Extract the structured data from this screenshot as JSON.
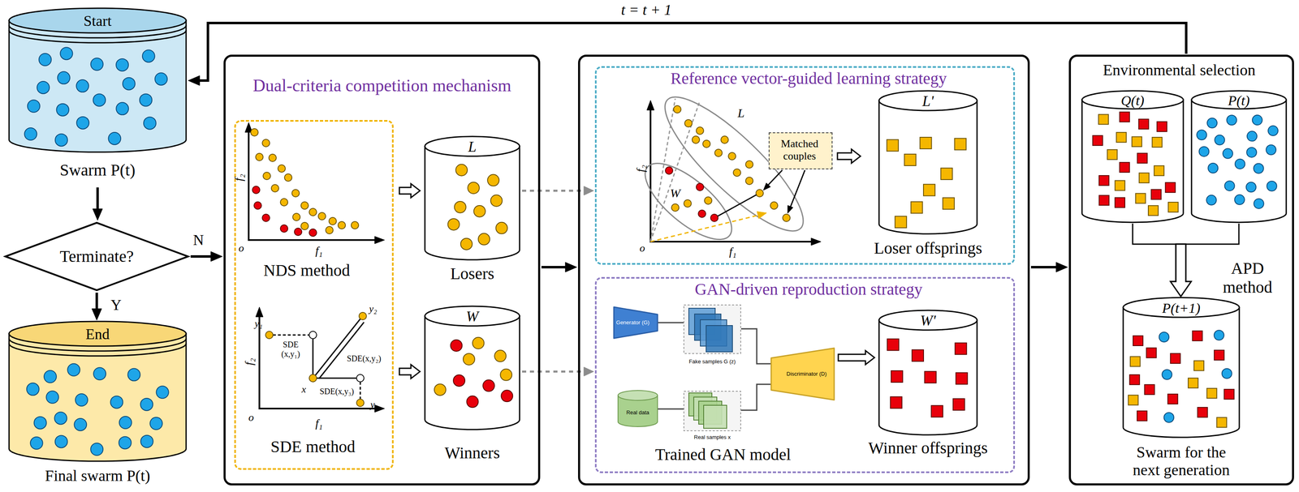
{
  "diagram": {
    "nodes": [
      {
        "text": [
          "Start",
          "Swarm P(t)"
        ]
      },
      {
        "text": [
          "Terminate?"
        ]
      },
      {
        "text": [
          "End",
          "Final swarm P(t)"
        ]
      },
      {
        "text": [
          "Dual-criteria competition mechanism"
        ]
      },
      {
        "text": [
          "NDS method",
          "SDE method"
        ],
        "in": 3
      },
      {
        "text": [
          "L",
          "Losers"
        ],
        "in": 3
      },
      {
        "text": [
          "W",
          "Winners"
        ],
        "in": 3
      },
      {
        "text": []
      },
      {
        "text": [
          "Reference vector-guided learning strategy"
        ],
        "in": 7
      },
      {
        "text": [
          "Matched couples"
        ],
        "in": 8
      },
      {
        "text": [
          "L'",
          "Loser offsprings"
        ],
        "in": 8
      },
      {
        "text": [
          "GAN-driven reproduction strategy",
          "Trained GAN model"
        ],
        "in": 7
      },
      {
        "text": [
          "Generator (G)"
        ],
        "in": 11
      },
      {
        "text": [
          "Fake samples G (z)"
        ],
        "in": 11
      },
      {
        "text": [
          "Discriminator (D)"
        ],
        "in": 11
      },
      {
        "text": [
          "Real data"
        ],
        "in": 11
      },
      {
        "text": [
          "Real samples x"
        ],
        "in": 11
      },
      {
        "text": [
          "W'",
          "Winner offsprings"
        ],
        "in": 11
      },
      {
        "text": [
          "Environmental selection"
        ]
      },
      {
        "text": [
          "Q(t)"
        ],
        "in": 18
      },
      {
        "text": [
          "P(t)"
        ],
        "in": 18
      },
      {
        "text": [
          "P(t+1)",
          "Swarm for the next generation"
        ],
        "in": 18
      }
    ],
    "edges": [
      {
        "from": 0,
        "to": 1,
        "arrow": "to"
      },
      {
        "from": 1,
        "to": 2,
        "label": "Y",
        "arrow": "to"
      },
      {
        "from": 1,
        "to": 3,
        "label": "N",
        "arrow": "to"
      },
      {
        "from": 4,
        "to": 5,
        "arrow": "to"
      },
      {
        "from": 4,
        "to": 6,
        "arrow": "to"
      },
      {
        "from": 5,
        "to": 8,
        "arrow": "to"
      },
      {
        "from": 6,
        "to": 11,
        "arrow": "to"
      },
      {
        "from": 3,
        "to": 7,
        "arrow": "to"
      },
      {
        "from": 7,
        "to": 18,
        "arrow": "to"
      },
      {
        "from": 18,
        "to": 0,
        "label": "t = t + 1",
        "arrow": "to"
      },
      {
        "from": 12,
        "to": 13,
        "arrow": "none"
      },
      {
        "from": 13,
        "to": 14,
        "arrow": "none"
      },
      {
        "from": 15,
        "to": 16,
        "arrow": "none"
      },
      {
        "from": 16,
        "to": 14,
        "arrow": "none"
      },
      {
        "from": 14,
        "to": 17,
        "arrow": "to"
      },
      {
        "from": 19,
        "to": 21,
        "arrow": "to"
      },
      {
        "from": 20,
        "to": 21,
        "arrow": "to"
      }
    ],
    "labels": [
      "f₂",
      "o",
      "f₁",
      "y₁",
      "y₂",
      "SDE (x,y₁)",
      "SDE(x,y₂)",
      "f₂",
      "x",
      "SDE(x,y₃)",
      "y₃",
      "o",
      "f₁",
      "L",
      "f₂",
      "W",
      "o",
      "f₁",
      "APD method"
    ]
  }
}
